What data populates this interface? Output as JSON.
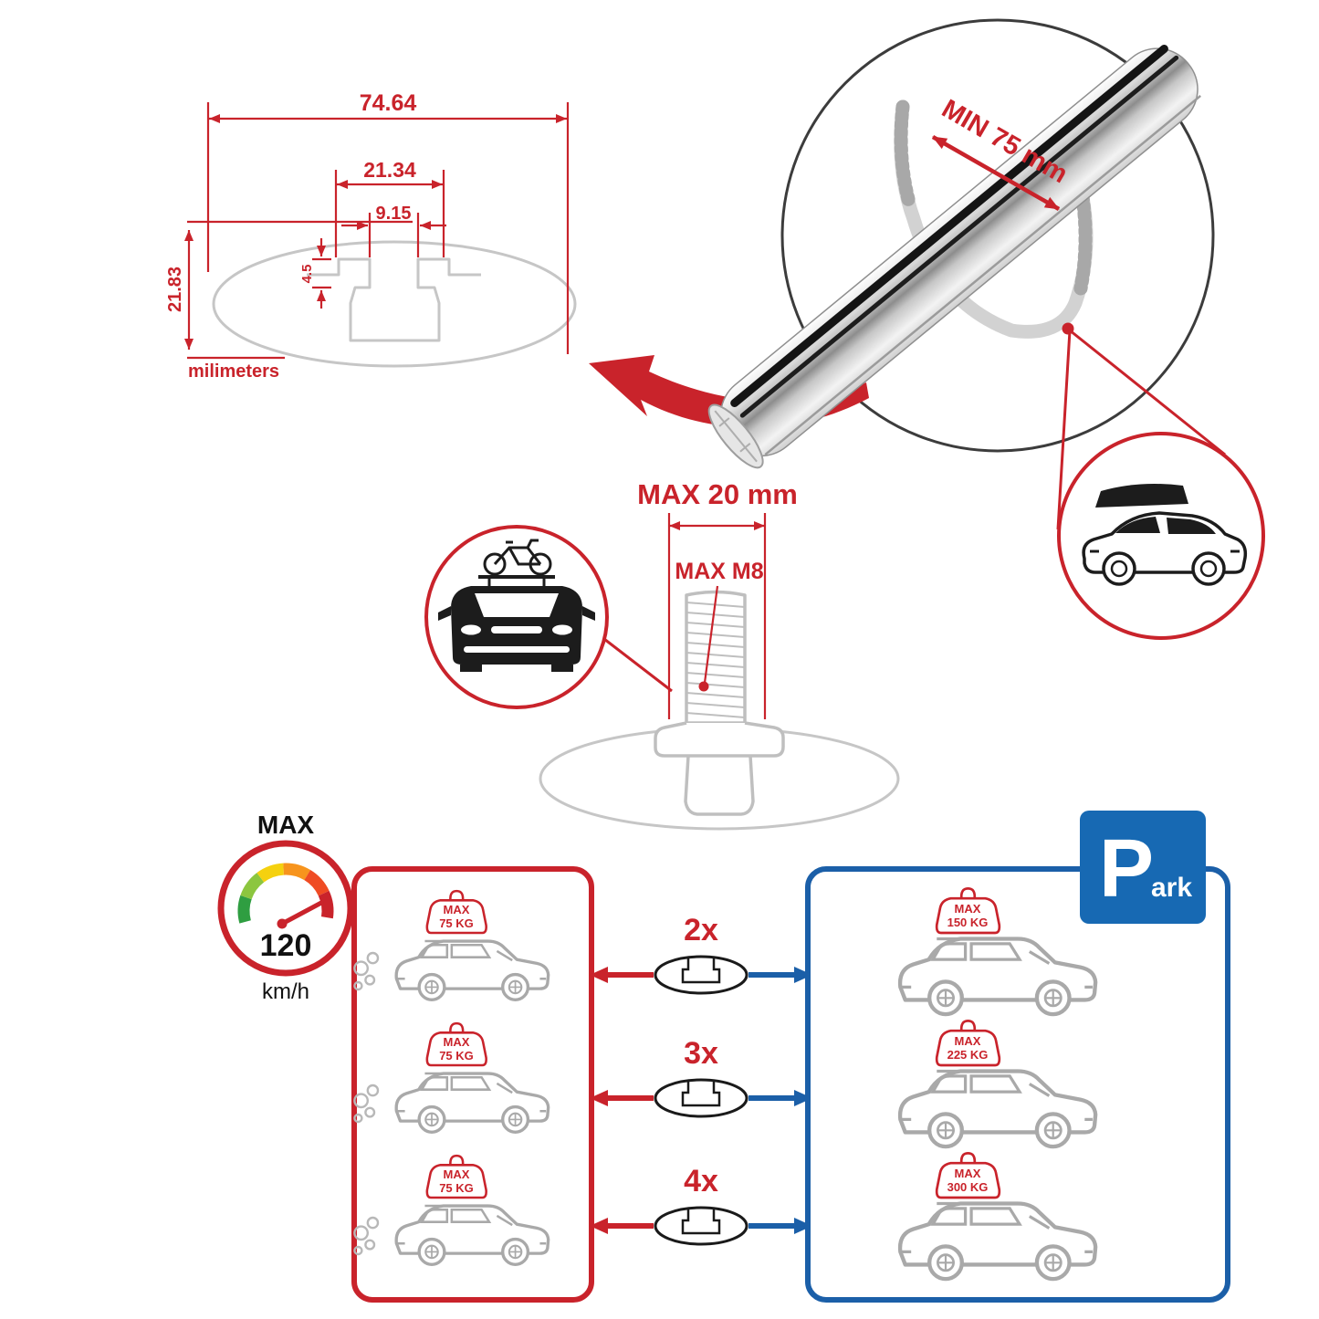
{
  "colors": {
    "accent_red": "#c9232b",
    "accent_blue": "#1b5fa8",
    "sign_blue": "#1769b3",
    "sketch_gray": "#c6c6c6",
    "car_gray": "#a9a9a9",
    "ink": "#1c1c1c"
  },
  "dimension_diagram": {
    "total_width": "74.64",
    "channel_width": "21.34",
    "slot_width": "9.15",
    "slot_depth": "4.5",
    "total_height": "21.83",
    "units": "milimeters"
  },
  "bar_detail": {
    "clamp_min": "MIN 75 mm"
  },
  "bolt_detail": {
    "max_length": "MAX 20 mm",
    "max_thread": "MAX M8"
  },
  "speed": {
    "title": "MAX",
    "value": "120",
    "unit": "km/h"
  },
  "driving_loads": [
    {
      "label": "MAX",
      "weight": "75 KG"
    },
    {
      "label": "MAX",
      "weight": "75 KG"
    },
    {
      "label": "MAX",
      "weight": "75 KG"
    }
  ],
  "quantities": [
    {
      "label": "2x"
    },
    {
      "label": "3x"
    },
    {
      "label": "4x"
    }
  ],
  "parked_loads": [
    {
      "label": "MAX",
      "weight": "150 KG"
    },
    {
      "label": "MAX",
      "weight": "225 KG"
    },
    {
      "label": "MAX",
      "weight": "300 KG"
    }
  ],
  "park_sign": {
    "initial": "P",
    "rest": "ark"
  }
}
